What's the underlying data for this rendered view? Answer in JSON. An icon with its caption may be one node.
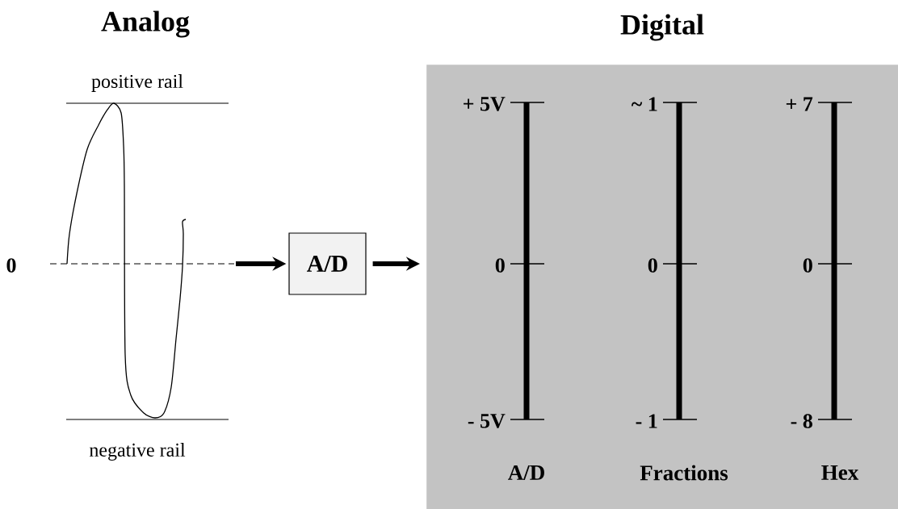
{
  "diagram": {
    "nodes": [
      {
        "text": [
          "A/D"
        ]
      },
      {
        "text": [
          "Digital"
        ]
      }
    ],
    "edges": [
      {
        "from": null,
        "to": 0,
        "arrow": "to"
      },
      {
        "from": 0,
        "to": 1,
        "arrow": "to"
      }
    ],
    "labels": [
      "Analog",
      "positive rail",
      "+ 5V",
      "~ 1",
      "+ 7",
      "0",
      "0",
      "0",
      "0",
      "- 5V",
      "- 1",
      "- 8",
      "negative rail",
      "A/D",
      "Fractions",
      "Hex"
    ]
  }
}
